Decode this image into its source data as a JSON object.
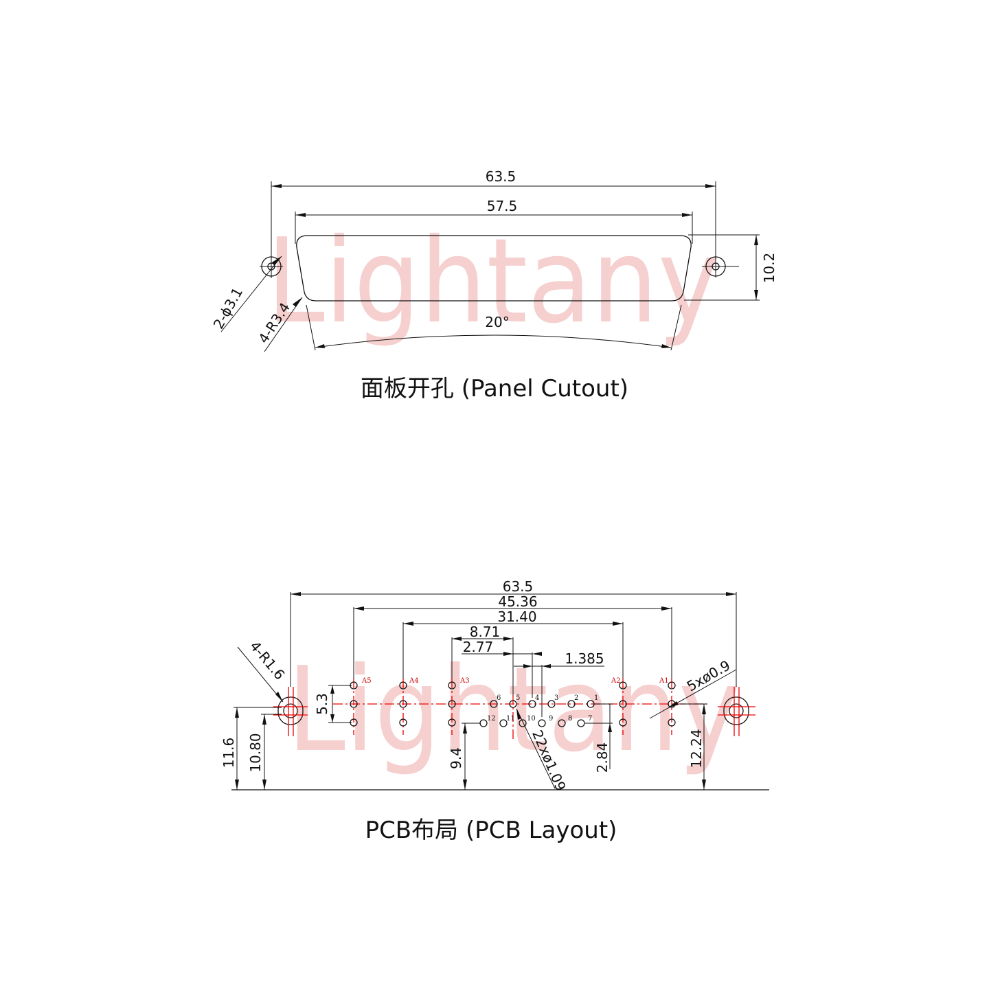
{
  "watermark": "Lightany",
  "panel": {
    "title": "面板开孔 (Panel Cutout)",
    "dims": {
      "overall_width": "63.5",
      "shell_width": "57.5",
      "height": "10.2",
      "holes": "2-ϕ3.1",
      "corner_radius": "4-R3.4",
      "angle": "20°"
    }
  },
  "pcb": {
    "title": "PCB布局 (PCB Layout)",
    "dims": {
      "overall_width": "63.5",
      "a_outer": "45.36",
      "a_inner": "31.40",
      "d1": "8.71",
      "d2": "2.77",
      "pitch": "1.385",
      "mount_radius": "4-R1.6",
      "a_holes": "5xø0.9",
      "a_row": "5.3",
      "h_mount": "11.6",
      "h_mount_inner": "10.80",
      "h_row": "9.4",
      "signal_holes": "22xø1.09",
      "row_offset": "2.84",
      "h_right": "12.24"
    },
    "pin_labels": {
      "a": [
        "A5",
        "A4",
        "A3",
        "A2",
        "A1"
      ],
      "top": [
        "1",
        "2",
        "3",
        "4",
        "5",
        "6"
      ],
      "bottom": [
        "7",
        "8",
        "9",
        "10",
        "11",
        "12"
      ]
    }
  }
}
